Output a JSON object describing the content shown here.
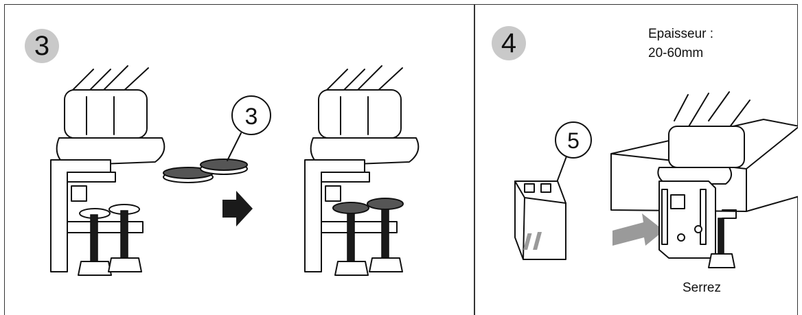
{
  "steps": [
    {
      "number": "3",
      "part_label": "3"
    },
    {
      "number": "4",
      "part_label": "5",
      "thickness_label": "Epaisseur :",
      "thickness_value": "20-60mm",
      "tighten_label": "Serrez"
    }
  ],
  "colors": {
    "badge": "#c9c9c9",
    "line": "#111111",
    "arrow_dark": "#1a1a1a",
    "arrow_gray": "#9a9a9a"
  }
}
